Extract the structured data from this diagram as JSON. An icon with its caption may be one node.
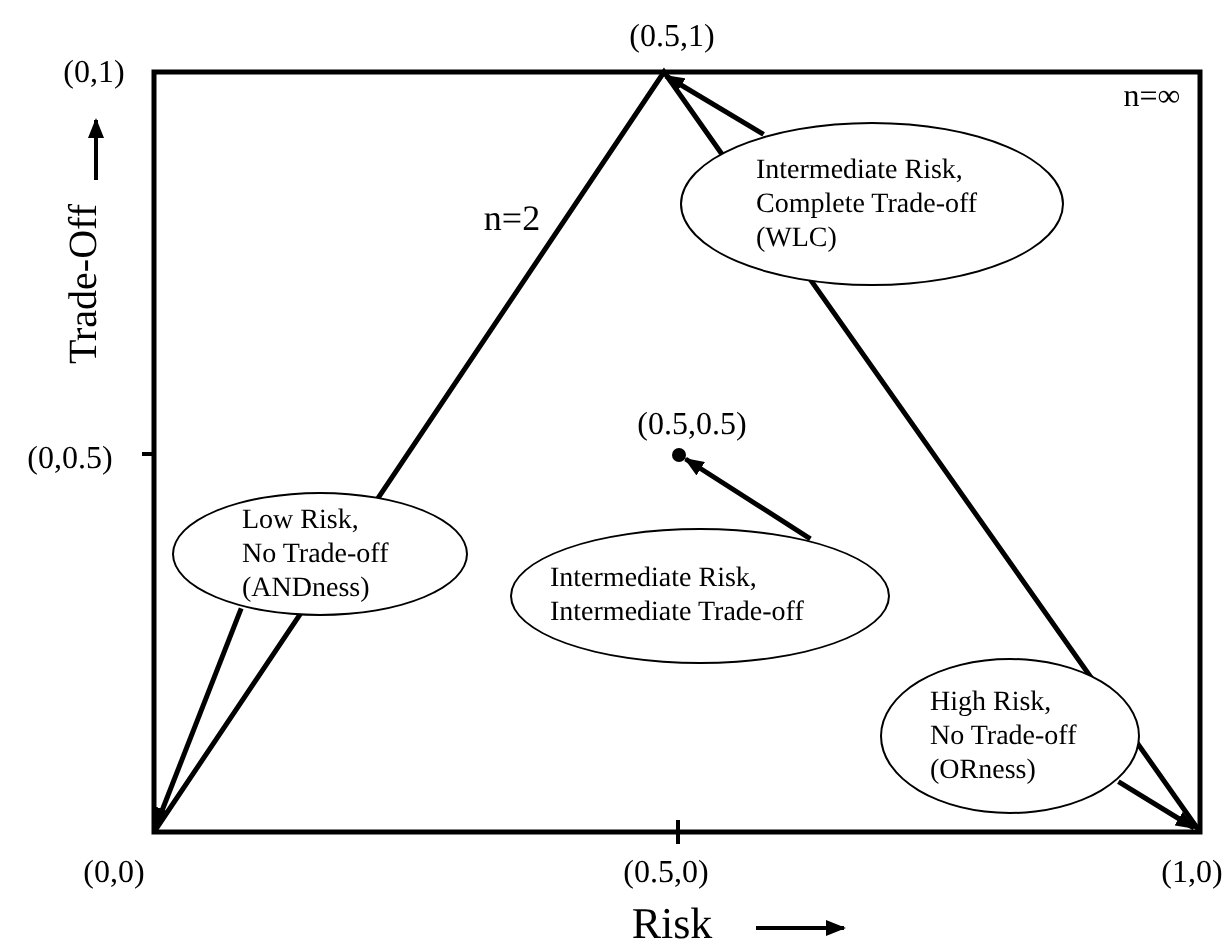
{
  "diagram": {
    "nodes": [
      {
        "text": [
          "(0.5,1)"
        ]
      },
      {
        "text": [
          "Intermediate Risk, Complete Trade-off (WLC)"
        ]
      },
      {
        "text": [],
        "shape": "circle"
      },
      {
        "text": [
          "Low Risk, No Trade-off (ANDness)"
        ]
      },
      {
        "text": [
          "Intermediate Risk, Intermediate Trade-off"
        ]
      },
      {
        "text": [
          "High Risk, No Trade-off (ORness)"
        ]
      },
      {
        "text": [
          "(0,0)"
        ]
      },
      {
        "text": [
          "(1,0)"
        ]
      }
    ],
    "edges": [
      {
        "from": 1,
        "to": 0,
        "arrow": "to"
      },
      {
        "from": 4,
        "to": 2,
        "arrow": "to"
      },
      {
        "from": 3,
        "to": 6,
        "arrow": "to"
      },
      {
        "from": 5,
        "to": 7,
        "arrow": "to"
      }
    ],
    "labels": [
      "(0,1)",
      "n=∞",
      "Trade-Off",
      "n=2",
      "(0.5,0.5)",
      "(0,0.5)",
      "(0.5,0)",
      "Risk"
    ]
  }
}
